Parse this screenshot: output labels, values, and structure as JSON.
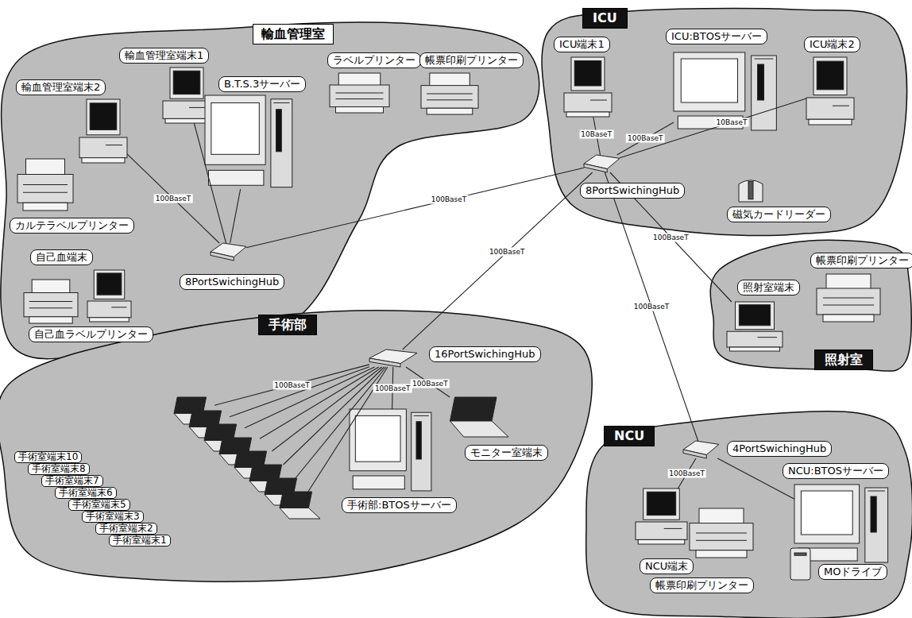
{
  "diagram": {
    "nodes": [
      {
        "text": [
          "輸血管理室"
        ]
      },
      {
        "text": [
          "輸血管理室端末2"
        ],
        "in": 0
      },
      {
        "text": [
          "輸血管理室端末1"
        ],
        "in": 0
      },
      {
        "text": [
          "B.T.S.3サーバー"
        ],
        "in": 0
      },
      {
        "text": [
          "ラベルプリンター"
        ],
        "in": 0
      },
      {
        "text": [
          "帳票印刷プリンター"
        ],
        "in": 0
      },
      {
        "text": [
          "カルテラベルプリンター"
        ],
        "in": 0
      },
      {
        "text": [
          "自己血端末"
        ],
        "in": 0
      },
      {
        "text": [
          "自己血ラベルプリンター"
        ],
        "in": 0
      },
      {
        "text": [
          "8PortSwichingHub"
        ],
        "in": 0
      },
      {
        "text": [
          "ICU"
        ]
      },
      {
        "text": [
          "ICU端末1"
        ],
        "in": 10
      },
      {
        "text": [
          "ICU:BTOSサーバー"
        ],
        "in": 10
      },
      {
        "text": [
          "ICU端末2"
        ],
        "in": 10
      },
      {
        "text": [
          "8PortSwichingHub"
        ],
        "in": 10
      },
      {
        "text": [
          "磁気カードリーダー"
        ],
        "in": 10
      },
      {
        "text": [
          "照射室"
        ]
      },
      {
        "text": [
          "帳票印刷プリンター"
        ],
        "in": 16
      },
      {
        "text": [
          "照射室端末"
        ],
        "in": 16
      },
      {
        "text": [
          "手術部"
        ]
      },
      {
        "text": [
          "16PortSwichingHub"
        ],
        "in": 19
      },
      {
        "text": [
          "手術室端末10"
        ],
        "in": 19
      },
      {
        "text": [
          "手術室端末8"
        ],
        "in": 19
      },
      {
        "text": [
          "手術室端末7"
        ],
        "in": 19
      },
      {
        "text": [
          "手術室端末6"
        ],
        "in": 19
      },
      {
        "text": [
          "手術室端末5"
        ],
        "in": 19
      },
      {
        "text": [
          "手術室端末3"
        ],
        "in": 19
      },
      {
        "text": [
          "手術室端末2"
        ],
        "in": 19
      },
      {
        "text": [
          "手術室端末1"
        ],
        "in": 19
      },
      {
        "text": [
          "手術部:BTOSサーバー"
        ],
        "in": 19
      },
      {
        "text": [
          "モニター室端末"
        ],
        "in": 19
      },
      {
        "text": [
          "NCU"
        ]
      },
      {
        "text": [
          "4PortSwichingHub"
        ],
        "in": 31
      },
      {
        "text": [
          "NCU:BTOSサーバー"
        ],
        "in": 31
      },
      {
        "text": [
          "NCU端末"
        ],
        "in": 31
      },
      {
        "text": [
          "帳票印刷プリンター"
        ],
        "in": 31
      },
      {
        "text": [
          "MOドライブ"
        ],
        "in": 31
      }
    ],
    "edges": [
      {
        "from": 9,
        "to": 1,
        "arrow": "none",
        "label": "100BaseT"
      },
      {
        "from": 9,
        "to": 2,
        "arrow": "none"
      },
      {
        "from": 9,
        "to": 3,
        "arrow": "none"
      },
      {
        "from": 9,
        "to": 14,
        "arrow": "none",
        "label": "100BaseT"
      },
      {
        "from": 14,
        "to": 11,
        "arrow": "none",
        "label": "10BaseT"
      },
      {
        "from": 14,
        "to": 12,
        "arrow": "none",
        "label": "100BaseT"
      },
      {
        "from": 14,
        "to": 13,
        "arrow": "none",
        "label": "10BaseT"
      },
      {
        "from": 14,
        "to": 20,
        "arrow": "none",
        "label": "100BaseT"
      },
      {
        "from": 14,
        "to": 32,
        "arrow": "none",
        "label": "100BaseT"
      },
      {
        "from": 14,
        "to": 18,
        "arrow": "none",
        "label": "100BaseT"
      },
      {
        "from": 20,
        "to": 21,
        "arrow": "none",
        "label": "100BaseT"
      },
      {
        "from": 20,
        "to": 22,
        "arrow": "none"
      },
      {
        "from": 20,
        "to": 23,
        "arrow": "none"
      },
      {
        "from": 20,
        "to": 24,
        "arrow": "none"
      },
      {
        "from": 20,
        "to": 25,
        "arrow": "none"
      },
      {
        "from": 20,
        "to": 26,
        "arrow": "none"
      },
      {
        "from": 20,
        "to": 27,
        "arrow": "none"
      },
      {
        "from": 20,
        "to": 28,
        "arrow": "none"
      },
      {
        "from": 20,
        "to": 29,
        "arrow": "none",
        "label": "100BaseT"
      },
      {
        "from": 20,
        "to": 30,
        "arrow": "none",
        "label": "100BaseT"
      },
      {
        "from": 32,
        "to": 34,
        "arrow": "none",
        "label": "100BaseT"
      },
      {
        "from": 32,
        "to": 33,
        "arrow": "none"
      }
    ]
  }
}
